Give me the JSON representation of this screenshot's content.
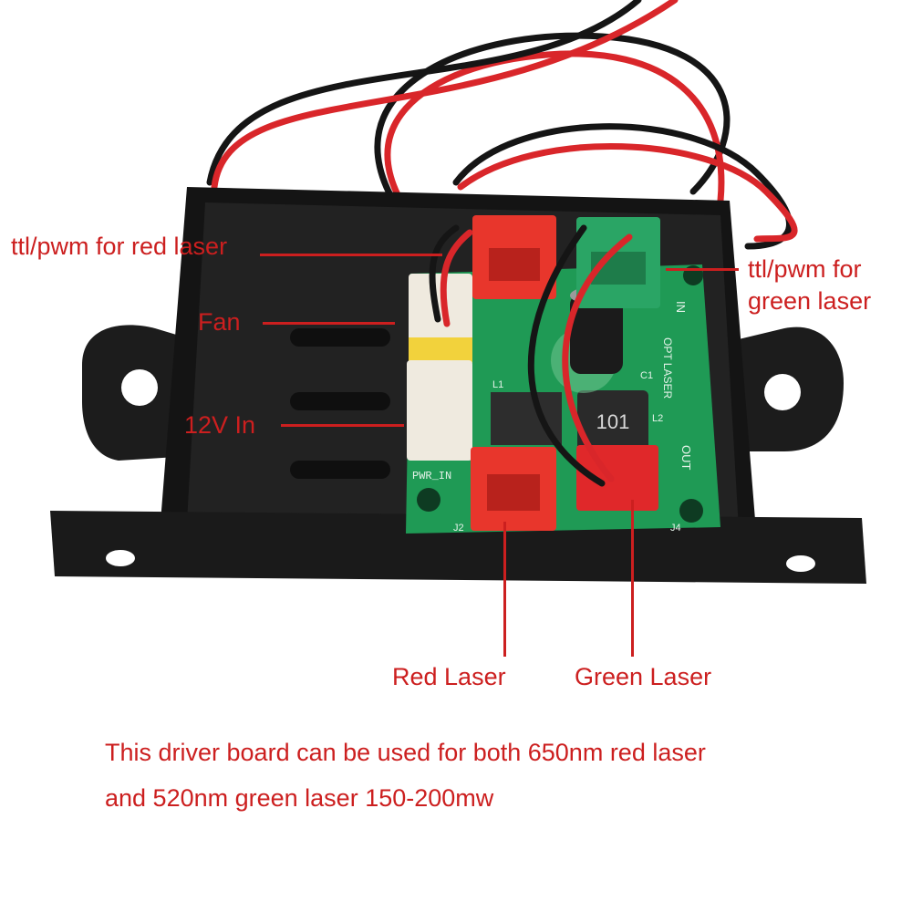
{
  "annotations": {
    "ttl_red": "ttl/pwm for red laser",
    "fan": "Fan",
    "power_in": "12V In",
    "ttl_green_line1": "ttl/pwm for",
    "ttl_green_line2": "green laser",
    "red_laser": "Red Laser",
    "green_laser": "Green Laser"
  },
  "board_markings": {
    "inductor": "101",
    "power_header": "PWR_IN",
    "side_label": "OPT LASER",
    "in_label": "IN",
    "out_label": "OUT",
    "j2": "J2",
    "j4": "J4",
    "l1": "L1",
    "l2": "L2",
    "c1": "C1"
  },
  "caption": {
    "line1": "This driver board can be used for both 650nm red laser",
    "line2": "and 520nm green laser 150-200mw"
  },
  "colors": {
    "label_red": "#cc1f1f",
    "housing": "#1a1a1a",
    "pcb_green": "#1f9a55",
    "connector_red": "#e8362c",
    "connector_green": "#2aa565",
    "header_white": "#efeadf"
  }
}
